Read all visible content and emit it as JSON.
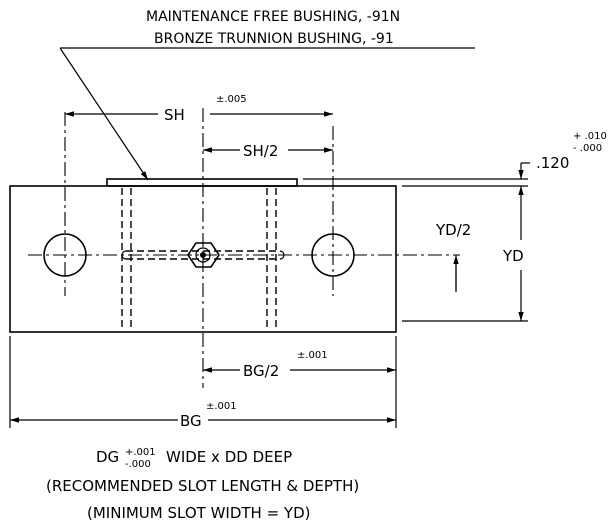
{
  "callout": {
    "line1": "MAINTENANCE FREE BUSHING, -91N",
    "line2": "BRONZE TRUNNION BUSHING,  -91"
  },
  "dimensions": {
    "sh": "SH",
    "sh_tol": "±.005",
    "sh_half": "SH/2",
    "top_gap": ".120",
    "top_gap_tol_plus": "+ .010",
    "top_gap_tol_minus": "- .000",
    "yd_half": "YD/2",
    "yd": "YD",
    "bg_half": "BG/2",
    "bg_half_tol": "±.001",
    "bg": "BG",
    "bg_tol": "±.001"
  },
  "notes": {
    "dg_prefix": "DG",
    "dg_tol_plus": "+.001",
    "dg_tol_minus": "-.000",
    "dg_suffix": "WIDE x DD DEEP",
    "line2": "(RECOMMENDED SLOT LENGTH & DEPTH)",
    "line3": "(MINIMUM SLOT WIDTH = YD)"
  }
}
